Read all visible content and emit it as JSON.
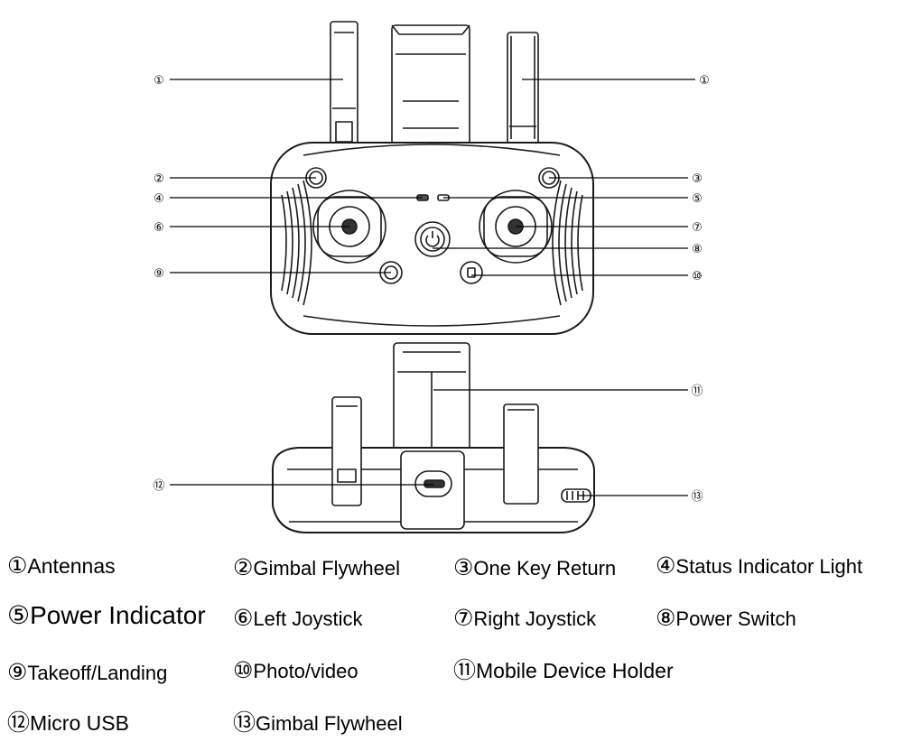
{
  "diagram": {
    "callouts": {
      "c1_left": "①",
      "c1_right": "①",
      "c2": "②",
      "c3": "③",
      "c4": "④",
      "c5": "⑤",
      "c6": "⑥",
      "c7": "⑦",
      "c8": "⑧",
      "c9": "⑨",
      "c10": "⑩",
      "c11": "⑪",
      "c12": "⑫",
      "c13": "⑬"
    }
  },
  "legend": [
    {
      "num": "①",
      "label": "Antennas"
    },
    {
      "num": "②",
      "label": "Gimbal Flywheel"
    },
    {
      "num": "③",
      "label": "One Key Return"
    },
    {
      "num": "④",
      "label": "Status Indicator Light"
    },
    {
      "num": "⑤",
      "label": "Power Indicator"
    },
    {
      "num": "⑥",
      "label": "Left Joystick"
    },
    {
      "num": "⑦",
      "label": "Right Joystick"
    },
    {
      "num": "⑧",
      "label": "Power Switch"
    },
    {
      "num": "⑨",
      "label": "Takeoff/Landing"
    },
    {
      "num": "⑩",
      "label": "Photo/video"
    },
    {
      "num": "⑪",
      "label": "Mobile Device Holder"
    },
    {
      "num": "⑫",
      "label": "Micro USB"
    },
    {
      "num": "⑬",
      "label": "Gimbal Flywheel"
    }
  ]
}
